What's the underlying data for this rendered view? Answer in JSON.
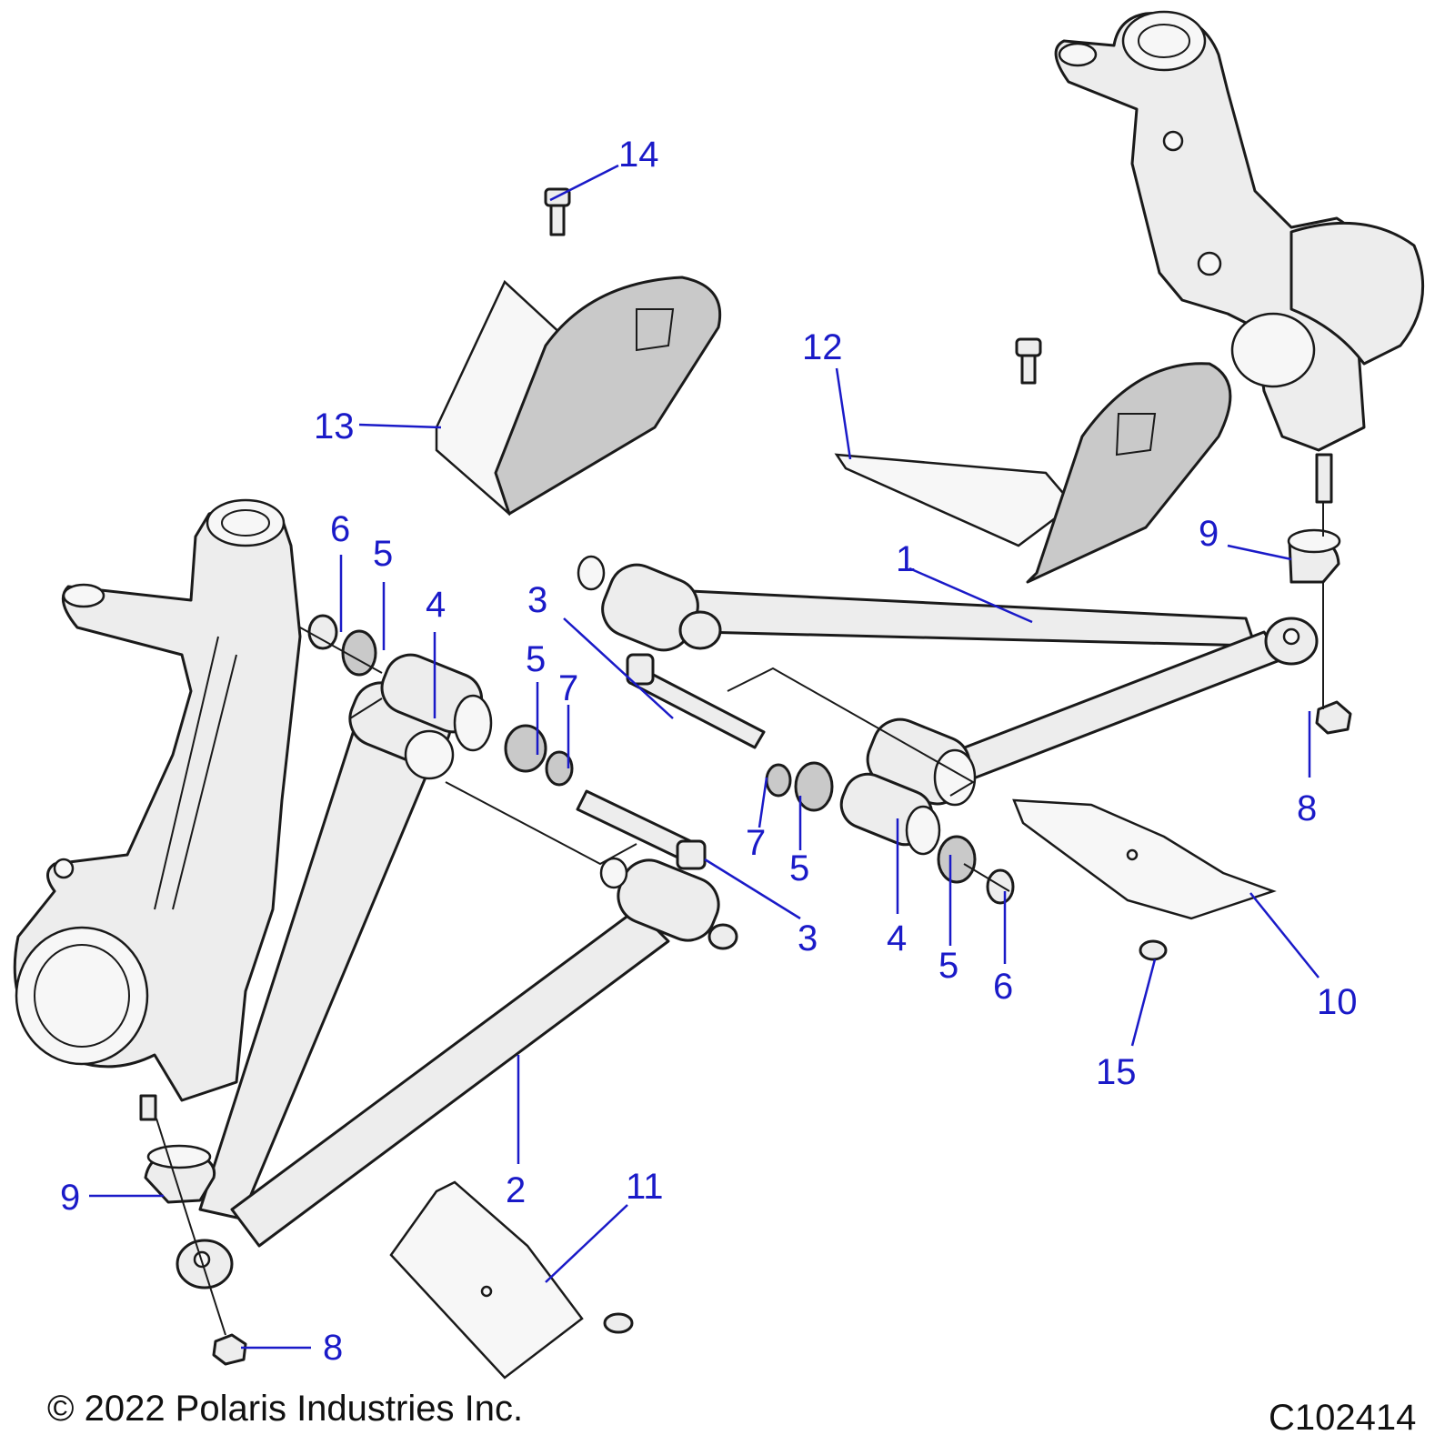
{
  "diagram": {
    "callouts": [
      {
        "id": "c1",
        "label": "1"
      },
      {
        "id": "c2",
        "label": "2"
      },
      {
        "id": "c3a",
        "label": "3"
      },
      {
        "id": "c3b",
        "label": "3"
      },
      {
        "id": "c4a",
        "label": "4"
      },
      {
        "id": "c4b",
        "label": "4"
      },
      {
        "id": "c5a",
        "label": "5"
      },
      {
        "id": "c5b",
        "label": "5"
      },
      {
        "id": "c5c",
        "label": "5"
      },
      {
        "id": "c5d",
        "label": "5"
      },
      {
        "id": "c6a",
        "label": "6"
      },
      {
        "id": "c6b",
        "label": "6"
      },
      {
        "id": "c7a",
        "label": "7"
      },
      {
        "id": "c7b",
        "label": "7"
      },
      {
        "id": "c8a",
        "label": "8"
      },
      {
        "id": "c8b",
        "label": "8"
      },
      {
        "id": "c9a",
        "label": "9"
      },
      {
        "id": "c9b",
        "label": "9"
      },
      {
        "id": "c10",
        "label": "10"
      },
      {
        "id": "c11",
        "label": "11"
      },
      {
        "id": "c12",
        "label": "12"
      },
      {
        "id": "c13",
        "label": "13"
      },
      {
        "id": "c14",
        "label": "14"
      },
      {
        "id": "c15",
        "label": "15"
      }
    ],
    "colors": {
      "callout": "#1a1ac8",
      "outline": "#1a1a1a",
      "part_fill": "#ededed",
      "guard_fill": "#c9c9c9"
    }
  },
  "footer": {
    "copyright": "© 2022 Polaris Industries Inc.",
    "figure_id": "C102414"
  }
}
